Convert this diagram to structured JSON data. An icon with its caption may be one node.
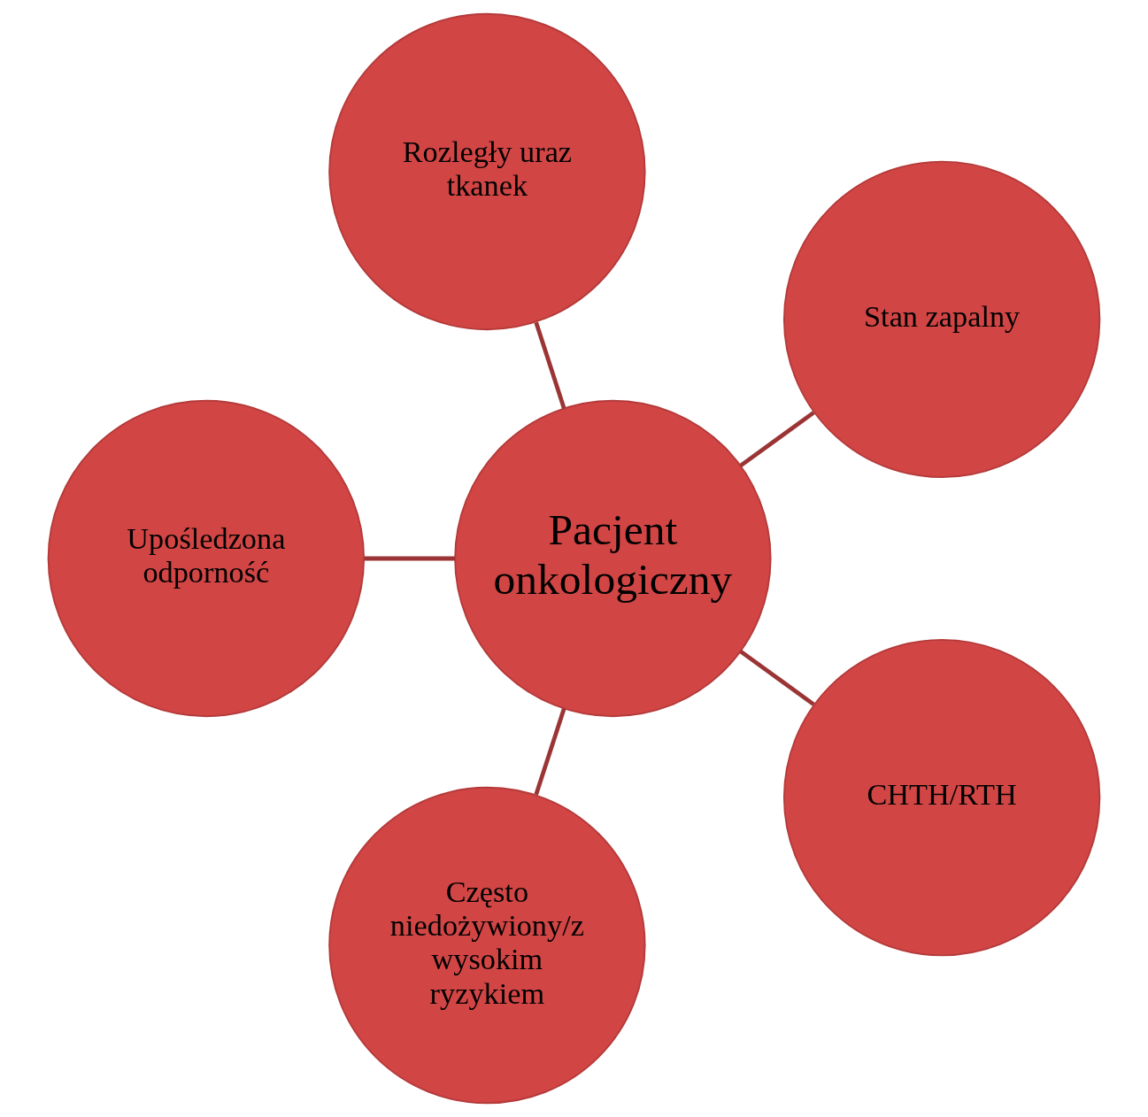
{
  "diagram": {
    "nodes": [
      {
        "text": [
          "Stan zapalny"
        ]
      },
      {
        "text": [
          "Rozległy uraz tkanek"
        ]
      },
      {
        "text": [
          "Upośledzona odporność"
        ]
      },
      {
        "text": [
          "Pacjent onkologiczny"
        ]
      },
      {
        "text": [
          "Często niedożywiony/z wysokim ryzykiem"
        ]
      },
      {
        "text": [
          "CHTH/RTH"
        ]
      }
    ],
    "edges": [
      {
        "from": 3,
        "to": 0,
        "arrow": "none"
      },
      {
        "from": 3,
        "to": 2,
        "arrow": "none"
      },
      {
        "from": 3,
        "to": 5,
        "arrow": "none"
      },
      {
        "from": 3,
        "to": 4,
        "arrow": "none"
      },
      {
        "from": 3,
        "to": 1,
        "arrow": "none"
      }
    ]
  }
}
